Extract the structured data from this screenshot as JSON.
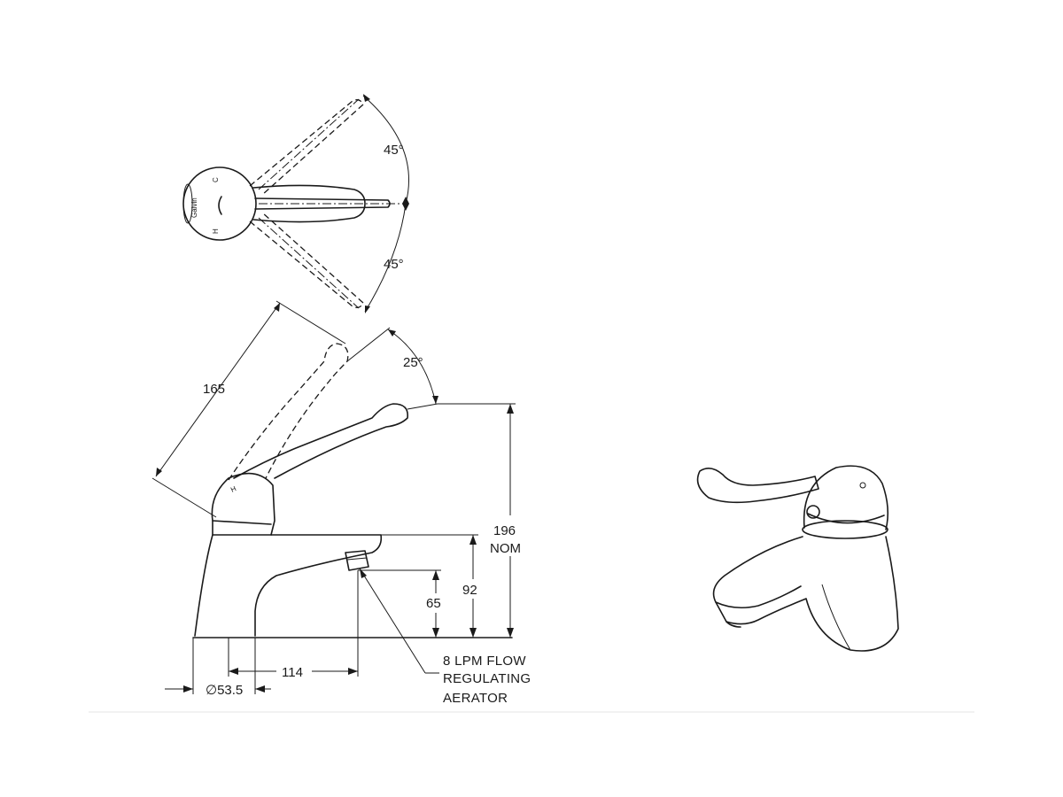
{
  "top_view": {
    "angle_upper": "45°",
    "angle_lower": "45°",
    "brand": "Galvin",
    "hot_mark": "H",
    "cold_mark": "C"
  },
  "side_view": {
    "lever_length": "165",
    "lever_angle": "25°",
    "overall_height_value": "196",
    "overall_height_note": "NOM",
    "spout_height": "92",
    "outlet_height": "65",
    "spout_reach": "114",
    "base_diameter": "∅53.5",
    "aerator_note_line1": "8 LPM FLOW",
    "aerator_note_line2": "REGULATING",
    "aerator_note_line3": "AERATOR"
  }
}
